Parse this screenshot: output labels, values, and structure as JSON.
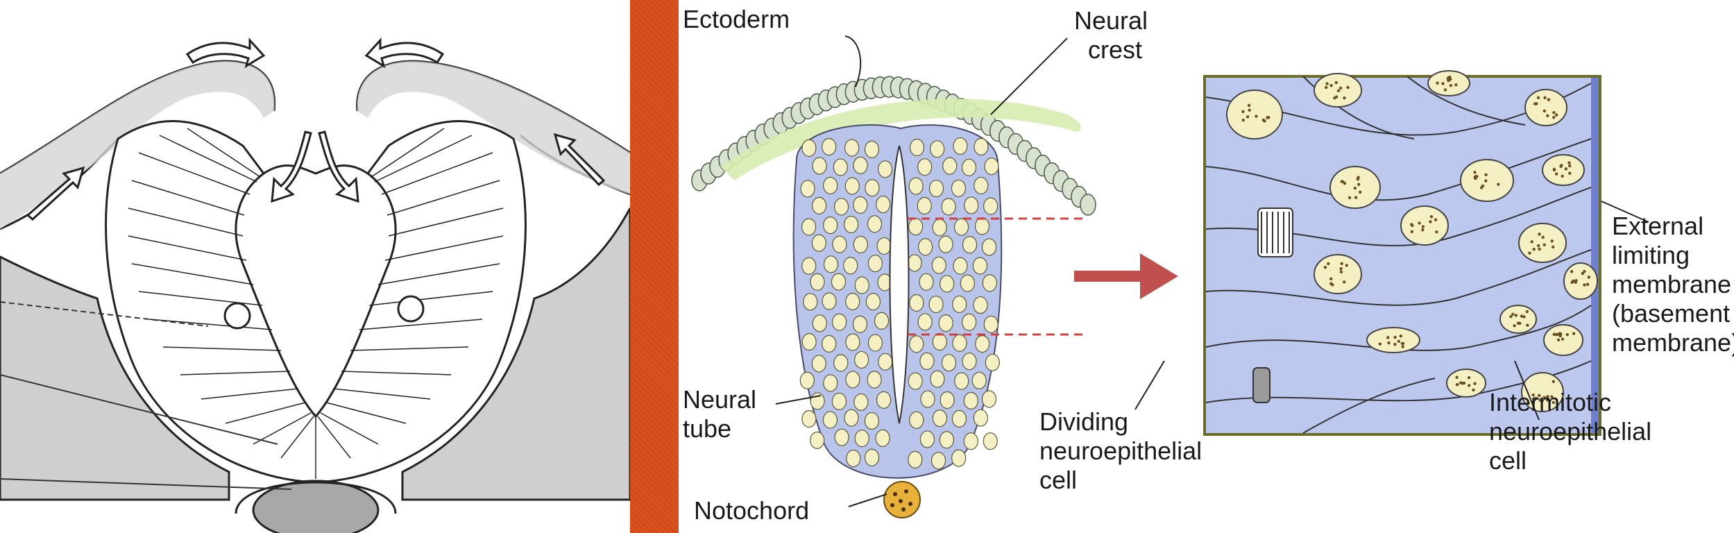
{
  "background_color": "#d4501b",
  "left_figure": {
    "icons": [
      "curved-arrow-icon",
      "curved-arrow-icon",
      "straight-arrow-icon",
      "straight-arrow-icon",
      "down-arrow-icon",
      "down-arrow-icon"
    ]
  },
  "right_figure": {
    "labels": {
      "ectoderm": "Ectoderm",
      "neural_crest_1": "Neural",
      "neural_crest_2": "crest",
      "neural_tube_1": "Neural",
      "neural_tube_2": "tube",
      "notochord": "Notochord",
      "dividing_1": "Dividing",
      "dividing_2": "neuroepithelial",
      "dividing_3": "cell",
      "intermitotic_1": "Intermitotic",
      "intermitotic_2": "neuroepithelial",
      "intermitotic_3": "cell",
      "external_1": "External",
      "external_2": "limiting",
      "external_3": "membrane",
      "external_4": "(basement",
      "external_5": "membrane)"
    },
    "colors": {
      "tube_fill": "#b8c4ea",
      "box_fill": "#bcc8ee",
      "nucleus_fill": "#f5f0c4",
      "ectoderm_fill": "#d8e2cf",
      "crest_fill": "#d7ecb0",
      "notochord_fill": "#e8b23a",
      "arrow": "#c0504d",
      "guide_lines": "#d04040"
    }
  }
}
